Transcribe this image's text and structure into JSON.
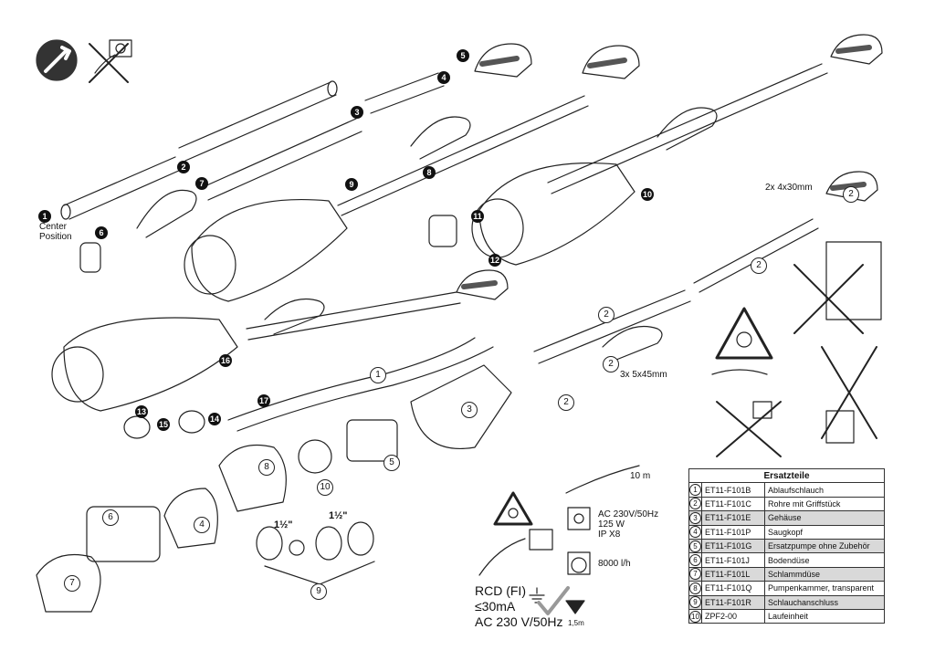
{
  "labels": {
    "center_position": "Center\nPosition",
    "screws_2x": "2x 4x30mm",
    "screws_3x": "3x 5x45mm",
    "cable_length": "10 m",
    "power_spec": "AC 230V/50Hz\n125 W\nIP X8",
    "flow_rate": "8000 l/h",
    "thread_a": "1½\"",
    "thread_b": "1½\"",
    "rcd_line1": "RCD (FI)",
    "rcd_line2": "≤30mA",
    "rcd_line3": "AC 230 V/50Hz",
    "depth": "1,5m"
  },
  "step_numbers": [
    "1",
    "2",
    "3",
    "4",
    "5",
    "6",
    "7",
    "8",
    "9",
    "10",
    "11",
    "12",
    "13",
    "14",
    "15",
    "16",
    "17"
  ],
  "part_numbers": [
    "1",
    "2",
    "3",
    "4",
    "5",
    "6",
    "7",
    "8",
    "9",
    "10"
  ],
  "parts_table": {
    "title": "Ersatzteile",
    "rows": [
      {
        "pos": "1",
        "code": "ET11-F101B",
        "name": "Ablaufschlauch",
        "shaded": false
      },
      {
        "pos": "2",
        "code": "ET11-F101C",
        "name": "Rohre mit Griffstück",
        "shaded": false
      },
      {
        "pos": "3",
        "code": "ET11-F101E",
        "name": "Gehäuse",
        "shaded": true
      },
      {
        "pos": "4",
        "code": "ET11-F101P",
        "name": "Saugkopf",
        "shaded": false
      },
      {
        "pos": "5",
        "code": "ET11-F101G",
        "name": "Ersatzpumpe ohne Zubehör",
        "shaded": true
      },
      {
        "pos": "6",
        "code": "ET11-F101J",
        "name": "Bodendüse",
        "shaded": false
      },
      {
        "pos": "7",
        "code": "ET11-F101L",
        "name": "Schlammdüse",
        "shaded": true
      },
      {
        "pos": "8",
        "code": "ET11-F101Q",
        "name": "Pumpenkammer, transparent",
        "shaded": false
      },
      {
        "pos": "9",
        "code": "ET11-F101R",
        "name": "Schlauchanschluss",
        "shaded": true
      },
      {
        "pos": "10",
        "code": "ZPF2-00",
        "name": "Laufeinheit",
        "shaded": false
      }
    ]
  },
  "icons": [
    "tool-icon",
    "no-plug-icon",
    "warning-triangle-icon",
    "socket-icon",
    "pump-impeller-icon",
    "ground-symbol-icon",
    "checkmark-icon",
    "depth-triangle-icon"
  ]
}
